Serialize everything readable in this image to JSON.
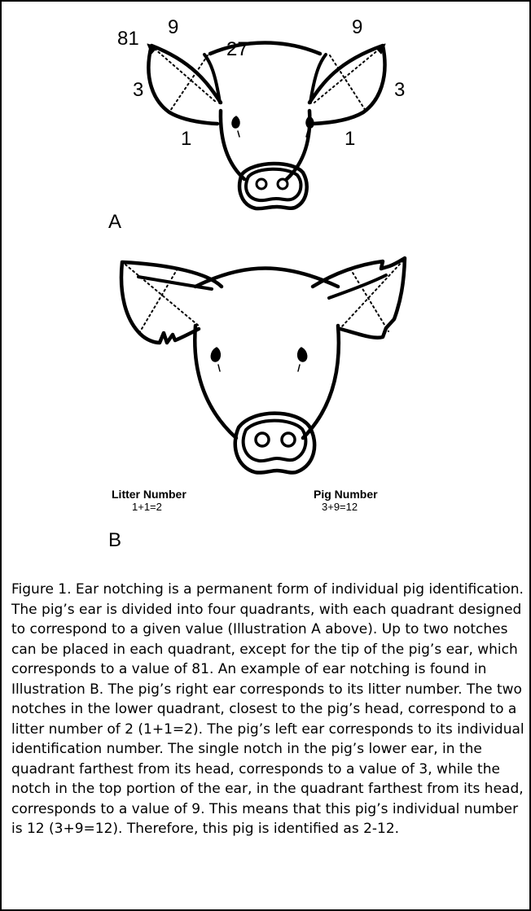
{
  "illustration_a": {
    "letter": "A",
    "labels": {
      "right_ear_tip": "81",
      "right_ear_top": "9",
      "right_ear_upper_inner": "27",
      "right_ear_outer": "3",
      "right_ear_lower": "1",
      "left_ear_top": "9",
      "left_ear_outer": "3",
      "left_ear_lower": "1"
    }
  },
  "illustration_b": {
    "letter": "B",
    "litter_title": "Litter Number",
    "litter_equation": "1+1=2",
    "pig_title": "Pig Number",
    "pig_equation": "3+9=12"
  },
  "caption": "Figure 1. Ear notching is a permanent form of individual pig identification. The pig’s ear is divided into four quadrants, with each quadrant designed to correspond to a given value (Illustration A above). Up to two notches can be placed in each quadrant, except for the tip of the pig’s ear, which corresponds to a value of 81. An example of ear notching is found in Illustration B. The pig’s right ear corresponds to its litter number. The two notches in the lower quadrant, closest to the pig’s head, correspond to a litter number of 2 (1+1=2). The pig’s left ear corresponds to its individual identification number. The single notch in the pig’s lower ear, in the quadrant farthest from its head, corresponds to a value of 3, while the notch in the top portion of the ear, in the quadrant farthest from its head, corresponds to a value of 9. This means that this pig’s individual number is 12 (3+9=12). Therefore, this pig is identified as 2-12."
}
